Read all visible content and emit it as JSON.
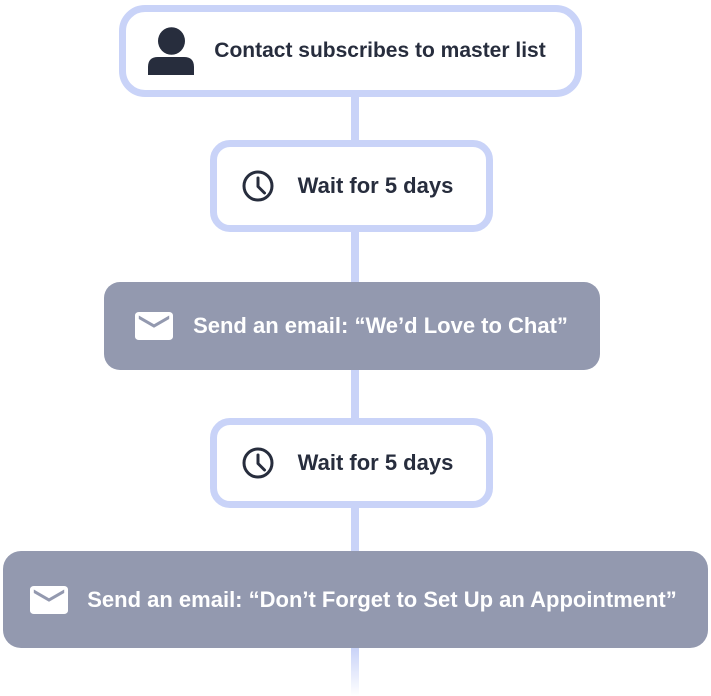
{
  "flow": {
    "nodes": [
      {
        "id": "trigger",
        "type": "trigger",
        "label": "Contact subscribes to master list",
        "icon": "contact-icon"
      },
      {
        "id": "wait-1",
        "type": "wait",
        "label": "Wait for 5 days",
        "icon": "clock-icon"
      },
      {
        "id": "email-1",
        "type": "email",
        "label": "Send an email: “We’d Love to Chat”",
        "icon": "envelope-icon"
      },
      {
        "id": "wait-2",
        "type": "wait",
        "label": "Wait for 5 days",
        "icon": "clock-icon"
      },
      {
        "id": "email-2",
        "type": "email",
        "label": "Send an email: “Don’t Forget to Set Up an Appointment”",
        "icon": "envelope-icon"
      }
    ],
    "colors": {
      "connector": "#c9d3f8",
      "node_border": "#c9d3f8",
      "node_bg": "#ffffff",
      "email_node_bg": "#9399af",
      "text_dark": "#272d3d",
      "text_light": "#ffffff"
    }
  }
}
